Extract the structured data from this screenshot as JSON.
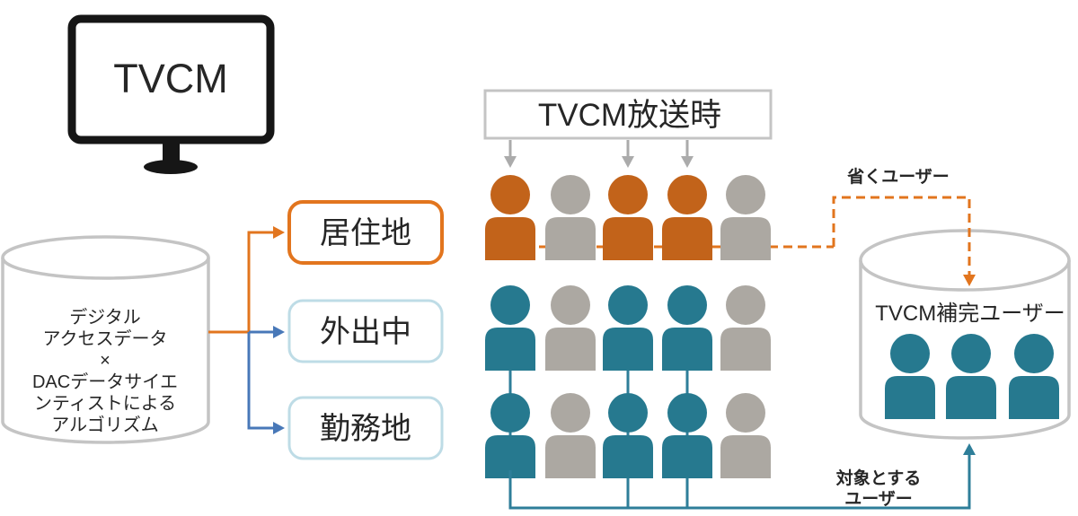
{
  "tv": {
    "label": "TVCM"
  },
  "source_db": {
    "lines": [
      "デジタル",
      "アクセスデータ",
      "×",
      "DACデータサイエ",
      "ンティストによる",
      "アルゴリズム"
    ]
  },
  "categories": [
    {
      "label": "居住地",
      "style": "orange"
    },
    {
      "label": "外出中",
      "style": "lightblue"
    },
    {
      "label": "勤務地",
      "style": "lightblue"
    }
  ],
  "broadcast": {
    "label": "TVCM放送時"
  },
  "audience": {
    "rows": [
      {
        "pattern": [
          "orange",
          "gray",
          "orange",
          "orange",
          "gray"
        ]
      },
      {
        "pattern": [
          "teal",
          "gray",
          "teal",
          "teal",
          "gray"
        ]
      },
      {
        "pattern": [
          "teal",
          "gray",
          "teal",
          "teal",
          "gray"
        ]
      }
    ]
  },
  "exclude_flow": {
    "label": "省くユーザー"
  },
  "target_flow": {
    "line1": "対象とする",
    "line2": "ユーザー"
  },
  "result_db": {
    "title": "TVCM補完ユーザー",
    "people": [
      "teal",
      "teal",
      "teal"
    ]
  },
  "colors": {
    "ink": "#161616",
    "person": {
      "orange": "#C2631A",
      "teal": "#26798F",
      "gray": "#ACA8A2"
    },
    "orange_accent": "#E2751E",
    "blue_accent": "#4878B8",
    "teal_accent": "#2E7E99",
    "light_blue": "#BEDCE6",
    "border_gray": "#C4C4C4",
    "arrow_gray": "#ABABAB",
    "muted_text": "#C9C9C9"
  }
}
